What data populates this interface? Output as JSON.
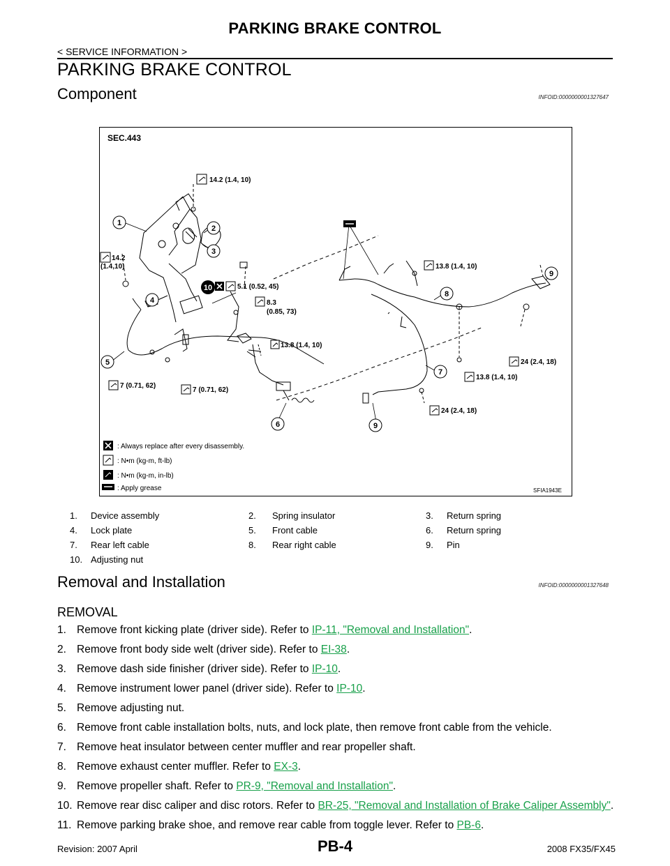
{
  "header": {
    "title": "PARKING BRAKE CONTROL",
    "section": "< SERVICE INFORMATION >"
  },
  "main_title": "PARKING BRAKE CONTROL",
  "component": {
    "heading": "Component",
    "infoid": "INFOID:0000000001327647"
  },
  "figure": {
    "sec": "SEC.443",
    "code": "SFIA1943E",
    "callouts": [
      "1",
      "2",
      "3",
      "4",
      "5",
      "6",
      "7",
      "8",
      "9",
      "9",
      "10"
    ],
    "torques": [
      "14.2 (1.4, 10)",
      "14.2",
      "(1.4,10)",
      "5.1 (0.52, 45)",
      "8.3",
      "(0.85, 73)",
      "13.8 (1.4, 10)",
      "7 (0.71, 62)",
      "7 (0.71, 62)",
      "13.8 (1.4, 10)",
      "24 (2.4, 18)",
      "13.8 (1.4, 10)",
      "24 (2.4, 18)"
    ],
    "legend": [
      ": Always replace after every disassembly.",
      ": N•m (kg-m, ft-lb)",
      ": N•m (kg-m, in-lb)",
      ": Apply grease"
    ]
  },
  "parts": [
    [
      "1.",
      "Device assembly",
      "2.",
      "Spring insulator",
      "3.",
      "Return spring"
    ],
    [
      "4.",
      "Lock plate",
      "5.",
      "Front cable",
      "6.",
      "Return spring"
    ],
    [
      "7.",
      "Rear left cable",
      "8.",
      "Rear right cable",
      "9.",
      "Pin"
    ],
    [
      "10.",
      "Adjusting nut",
      "",
      "",
      "",
      ""
    ]
  ],
  "removal": {
    "heading": "Removal and Installation",
    "infoid": "INFOID:0000000001327648",
    "subheading": "REMOVAL",
    "steps": [
      {
        "num": "1.",
        "text": "Remove front kicking plate (driver side). Refer to ",
        "link": "IP-11, \"Removal and Installation\"",
        "after": "."
      },
      {
        "num": "2.",
        "text": "Remove front body side welt (driver side). Refer to  ",
        "link": "EI-38",
        "after": "."
      },
      {
        "num": "3.",
        "text": "Remove dash side finisher (driver side). Refer to ",
        "link": "IP-10",
        "after": "."
      },
      {
        "num": "4.",
        "text": "Remove instrument lower panel (driver side). Refer to ",
        "link": "IP-10",
        "after": "."
      },
      {
        "num": "5.",
        "text": "Remove adjusting nut.",
        "link": "",
        "after": ""
      },
      {
        "num": "6.",
        "text": "Remove front cable installation bolts, nuts, and lock plate, then remove front cable from the vehicle.",
        "link": "",
        "after": ""
      },
      {
        "num": "7.",
        "text": "Remove heat insulator between center muffler and rear propeller shaft.",
        "link": "",
        "after": ""
      },
      {
        "num": "8.",
        "text": "Remove exhaust center muffler. Refer to ",
        "link": "EX-3",
        "after": "."
      },
      {
        "num": "9.",
        "text": "Remove propeller shaft. Refer to ",
        "link": "PR-9, \"Removal and Installation\"",
        "after": "."
      },
      {
        "num": "10.",
        "text": "Remove rear disc caliper and disc rotors. Refer to ",
        "link": "BR-25, \"Removal and Installation of Brake Caliper Assembly\"",
        "after": "."
      },
      {
        "num": "11.",
        "text": "Remove parking brake shoe, and remove rear cable from toggle lever. Refer to ",
        "link": "PB-6",
        "after": "."
      }
    ]
  },
  "footer": {
    "revision": "Revision: 2007 April",
    "page": "PB-4",
    "model": "2008 FX35/FX45"
  }
}
